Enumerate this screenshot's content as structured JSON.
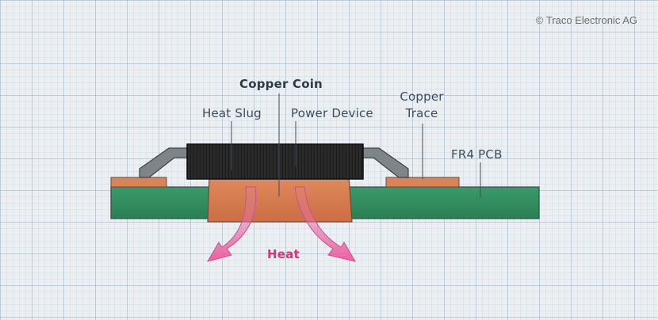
{
  "copyright": "© Traco Electronic AG",
  "labels": {
    "copper_coin": "Copper Coin",
    "heat_slug": "Heat Slug",
    "power_device": "Power Device",
    "copper_trace_line1": "Copper",
    "copper_trace_line2": "Trace",
    "fr4_pcb": "FR4 PCB",
    "heat": "Heat"
  },
  "colors": {
    "pcb_green": "#2f8a5c",
    "copper": "#d77e52",
    "device_black": "#262626",
    "lead_gray": "#7d8589",
    "heat_arrow": "#e85b9c",
    "label_text": "#3d4d5c"
  }
}
